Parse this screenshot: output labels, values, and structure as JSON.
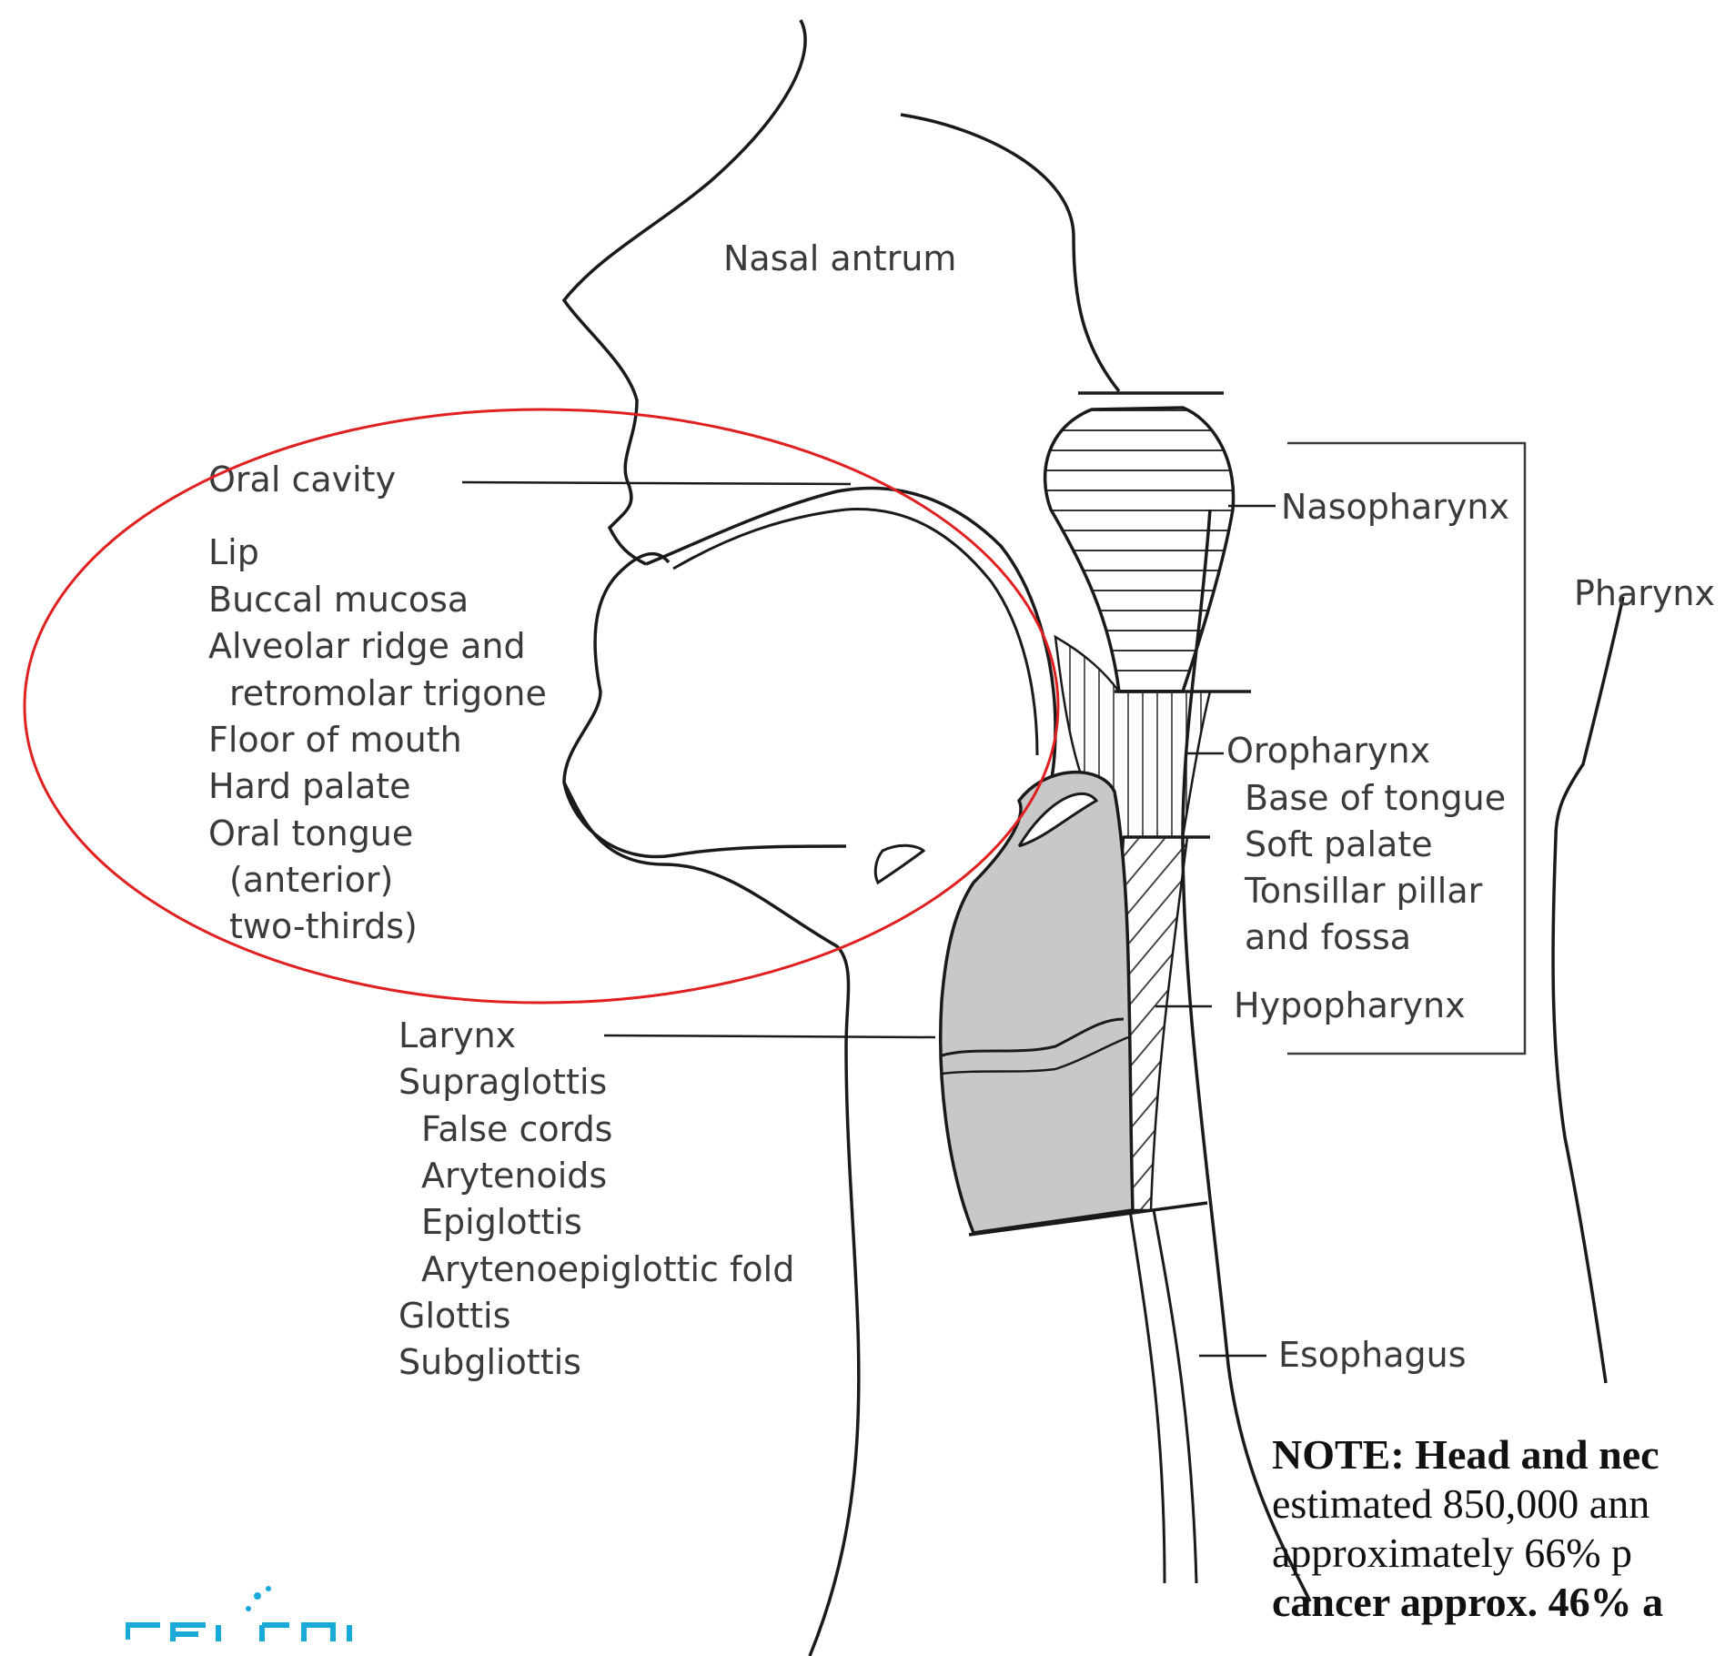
{
  "colors": {
    "line": "#1a1a1a",
    "shade": "#c8c8c8",
    "highlight_ellipse": "#e02020",
    "logo": "#17a9d8"
  },
  "labels": {
    "nasal_antrum": "Nasal antrum",
    "oral_cavity": {
      "title": "Oral cavity",
      "items": [
        "Lip",
        "Buccal mucosa",
        "Alveolar ridge and",
        "retromolar trigone",
        "Floor of mouth",
        "Hard palate",
        "Oral tongue",
        "(anterior)",
        "two-thirds)"
      ]
    },
    "larynx": {
      "title": "Larynx",
      "items": [
        "Supraglottis",
        "False cords",
        "Arytenoids",
        "Epiglottis",
        "Arytenoepiglottic fold",
        "Glottis",
        "Subgliottis"
      ]
    },
    "nasopharynx": "Nasopharynx",
    "pharynx": "Pharynx",
    "oropharynx": {
      "title": "Oropharynx",
      "items": [
        "Base of tongue",
        "Soft palate",
        "Tonsillar pillar",
        "and fossa"
      ]
    },
    "hypopharynx": "Hypopharynx",
    "esophagus": "Esophagus"
  },
  "note": {
    "line1_bold": "NOTE: Head and nec",
    "line2": "estimated 850,000 ann",
    "line3": "approximately 66% p",
    "line4_bold": "cancer approx. 46% a"
  },
  "logo": {
    "icon_name": "company-logo-icon"
  }
}
